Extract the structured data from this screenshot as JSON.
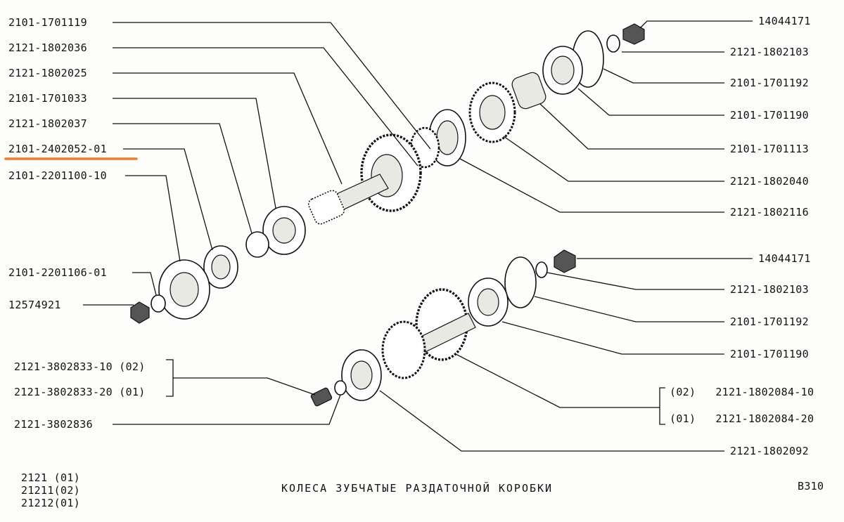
{
  "labels_left": [
    "2101-1701119",
    "2121-1802036",
    "2121-1802025",
    "2101-1701033",
    "2121-1802037",
    "2101-2402052-01",
    "2101-2201100-10",
    "2101-2201106-01",
    "12574921",
    "2121-3802833-10 (02)",
    "2121-3802833-20 (01)",
    "2121-3802836"
  ],
  "labels_right": [
    "14044171",
    "2121-1802103",
    "2101-1701192",
    "2101-1701190",
    "2101-1701113",
    "2121-1802040",
    "2121-1802116",
    "14044171",
    "2121-1802103",
    "2101-1701192",
    "2101-1701190",
    "(02)   2121-1802084-10",
    "(01)   2121-1802084-20",
    "2121-1802092"
  ],
  "footer": {
    "models": [
      "2121 (01)",
      "21211(02)",
      "21212(01)"
    ],
    "title": "КОЛЕСА ЗУБЧАТЫЕ РАЗДАТОЧНОЙ КОРОБКИ",
    "code": "B310"
  },
  "highlight_color": "#f07c2a"
}
